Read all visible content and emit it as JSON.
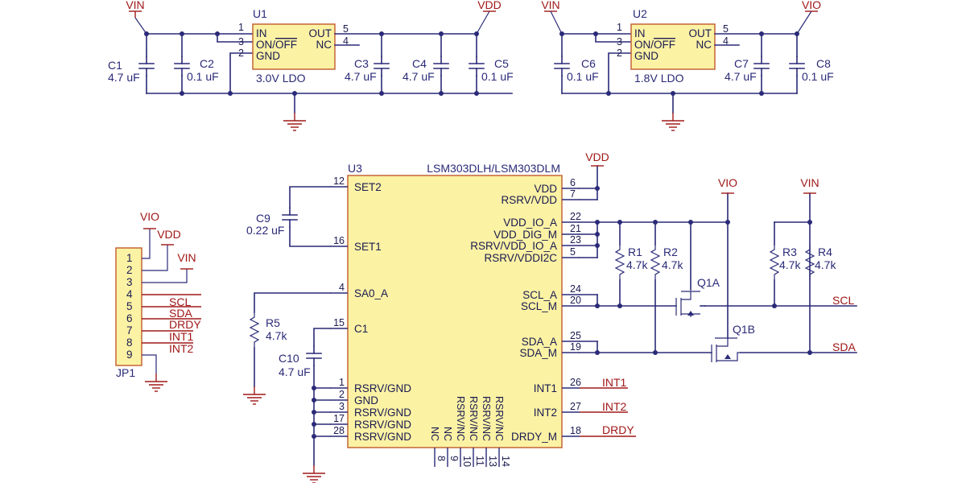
{
  "nets": {
    "vin": "VIN",
    "vdd": "VDD",
    "vio": "VIO",
    "scl": "SCL",
    "sda": "SDA",
    "drdy": "DRDY",
    "int1": "INT1",
    "int2": "INT2"
  },
  "u1": {
    "ref": "U1",
    "value": "3.0V LDO",
    "pin_in": "IN",
    "pin_onoff": "ON/",
    "pin_off": "OFF",
    "pin_gnd": "GND",
    "pin_out": "OUT",
    "pin_nc": "NC",
    "n1": "1",
    "n2": "2",
    "n3": "3",
    "n4": "4",
    "n5": "5"
  },
  "u2": {
    "ref": "U2",
    "value": "1.8V LDO",
    "pin_in": "IN",
    "pin_onoff": "ON/",
    "pin_off": "OFF",
    "pin_gnd": "GND",
    "pin_out": "OUT",
    "pin_nc": "NC",
    "n1": "1",
    "n2": "2",
    "n3": "3",
    "n4": "4",
    "n5": "5"
  },
  "caps": {
    "c1": {
      "ref": "C1",
      "value": "4.7 uF"
    },
    "c2": {
      "ref": "C2",
      "value": "0.1 uF"
    },
    "c3": {
      "ref": "C3",
      "value": "4.7 uF"
    },
    "c4": {
      "ref": "C4",
      "value": "4.7 uF"
    },
    "c5": {
      "ref": "C5",
      "value": "0.1 uF"
    },
    "c6": {
      "ref": "C6",
      "value": "0.1 uF"
    },
    "c7": {
      "ref": "C7",
      "value": "4.7 uF"
    },
    "c8": {
      "ref": "C8",
      "value": "0.1 uF"
    },
    "c9": {
      "ref": "C9",
      "value": "0.22 uF"
    },
    "c10": {
      "ref": "C10",
      "value": "4.7 uF"
    }
  },
  "res": {
    "r1": {
      "ref": "R1",
      "value": "4.7k"
    },
    "r2": {
      "ref": "R2",
      "value": "4.7k"
    },
    "r3": {
      "ref": "R3",
      "value": "4.7k"
    },
    "r4": {
      "ref": "R4",
      "value": "4.7k"
    },
    "r5": {
      "ref": "R5",
      "value": "4.7k"
    }
  },
  "q": {
    "q1a": "Q1A",
    "q1b": "Q1B"
  },
  "jp1": {
    "ref": "JP1",
    "pins": [
      "1",
      "2",
      "3",
      "4",
      "5",
      "6",
      "7",
      "8",
      "9"
    ]
  },
  "u3": {
    "ref": "U3",
    "part": "LSM303DLH/LSM303DLM",
    "left_pins": [
      {
        "num": "12",
        "name": "SET2"
      },
      {
        "num": "16",
        "name": "SET1"
      },
      {
        "num": "4",
        "name": "SA0_A"
      },
      {
        "num": "15",
        "name": "C1"
      },
      {
        "num": "1",
        "name": "RSRV/GND"
      },
      {
        "num": "2",
        "name": "GND"
      },
      {
        "num": "3",
        "name": "RSRV/GND"
      },
      {
        "num": "17",
        "name": "RSRV/GND"
      },
      {
        "num": "28",
        "name": "RSRV/GND"
      }
    ],
    "right_pins": [
      {
        "num": "6",
        "name": "VDD"
      },
      {
        "num": "7",
        "name": "RSRV/VDD"
      },
      {
        "num": "22",
        "name": "VDD_IO_A"
      },
      {
        "num": "21",
        "name": "VDD_DIG_M"
      },
      {
        "num": "23",
        "name": "RSRV/VDD_IO_A"
      },
      {
        "num": "5",
        "name": "RSRV/VDDI2C"
      },
      {
        "num": "24",
        "name": "SCL_A"
      },
      {
        "num": "20",
        "name": "SCL_M"
      },
      {
        "num": "25",
        "name": "SDA_A"
      },
      {
        "num": "19",
        "name": "SDA_M"
      },
      {
        "num": "26",
        "name": "INT1"
      },
      {
        "num": "27",
        "name": "INT2"
      },
      {
        "num": "18",
        "name": "DRDY_M"
      }
    ],
    "bottom_pins": [
      {
        "num": "8",
        "name": "NC"
      },
      {
        "num": "9",
        "name": "NC"
      },
      {
        "num": "10",
        "name": "RSRV/NC"
      },
      {
        "num": "11",
        "name": "RSRV/NC"
      },
      {
        "num": "13",
        "name": "RSRV/NC"
      },
      {
        "num": "14",
        "name": "RSRV/NC"
      }
    ]
  }
}
